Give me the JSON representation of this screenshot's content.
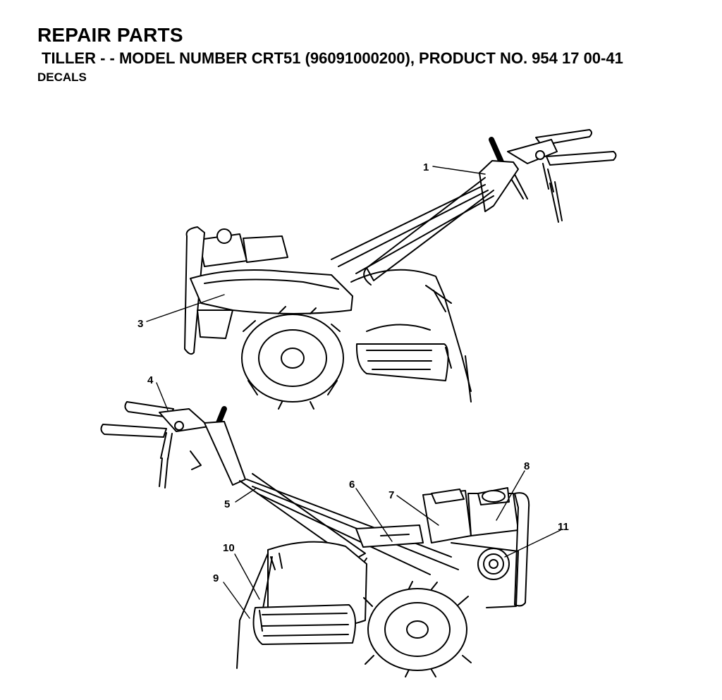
{
  "header": {
    "title": "REPAIR PARTS",
    "subtitle": "TILLER - - MODEL NUMBER CRT51 (96091000200), PRODUCT NO. 954 17 00-41",
    "section": "DECALS"
  },
  "callouts": [
    "1",
    "3",
    "4",
    "5",
    "6",
    "7",
    "8",
    "9",
    "10",
    "11"
  ]
}
